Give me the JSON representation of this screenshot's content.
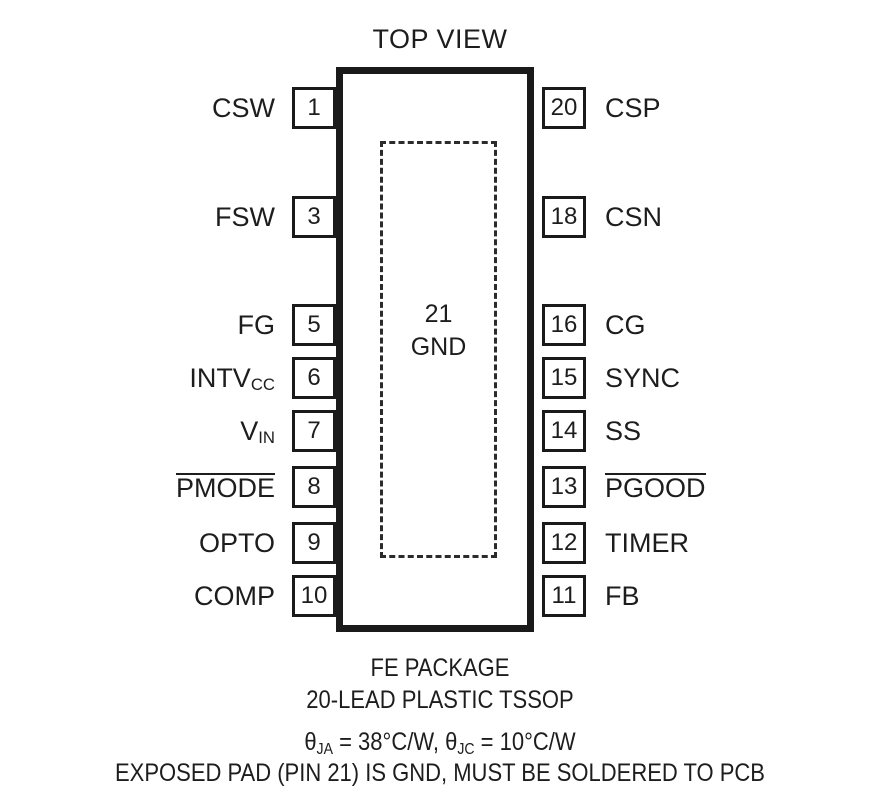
{
  "title": "TOP VIEW",
  "package": {
    "exposed_pad_pin": "21",
    "exposed_pad_name": "GND",
    "caption_package": "FE PACKAGE",
    "caption_leads": "20-LEAD PLASTIC TSSOP",
    "thermal_theta_symbol_1": "θ",
    "thermal_sub_1": "JA",
    "thermal_value_1": " = 38°C/W, ",
    "thermal_theta_symbol_2": "θ",
    "thermal_sub_2": "JC",
    "thermal_value_2": " = 10°C/W",
    "caption_pad_note": "EXPOSED PAD (PIN 21) IS GND, MUST BE SOLDERED TO PCB"
  },
  "pins_left": [
    {
      "number": "1",
      "label": "CSW",
      "sub": "",
      "overline": false
    },
    {
      "number": "3",
      "label": "FSW",
      "sub": "",
      "overline": false
    },
    {
      "number": "5",
      "label": "FG",
      "sub": "",
      "overline": false
    },
    {
      "number": "6",
      "label": "INTV",
      "sub": "CC",
      "overline": false
    },
    {
      "number": "7",
      "label": "V",
      "sub": "IN",
      "overline": false
    },
    {
      "number": "8",
      "label": "PMODE",
      "sub": "",
      "overline": true
    },
    {
      "number": "9",
      "label": "OPTO",
      "sub": "",
      "overline": false
    },
    {
      "number": "10",
      "label": "COMP",
      "sub": "",
      "overline": false
    }
  ],
  "pins_right": [
    {
      "number": "20",
      "label": "CSP",
      "sub": "",
      "overline": false
    },
    {
      "number": "18",
      "label": "CSN",
      "sub": "",
      "overline": false
    },
    {
      "number": "16",
      "label": "CG",
      "sub": "",
      "overline": false
    },
    {
      "number": "15",
      "label": "SYNC",
      "sub": "",
      "overline": false
    },
    {
      "number": "14",
      "label": "SS",
      "sub": "",
      "overline": false
    },
    {
      "number": "13",
      "label": "PGOOD",
      "sub": "",
      "overline": true
    },
    {
      "number": "12",
      "label": "TIMER",
      "sub": "",
      "overline": false
    },
    {
      "number": "11",
      "label": "FB",
      "sub": "",
      "overline": false
    }
  ],
  "geometry": {
    "row_y": [
      108,
      217,
      325,
      378,
      431,
      487,
      543,
      596
    ]
  },
  "colors": {
    "ink": "#1a1a1a",
    "background": "#ffffff"
  }
}
